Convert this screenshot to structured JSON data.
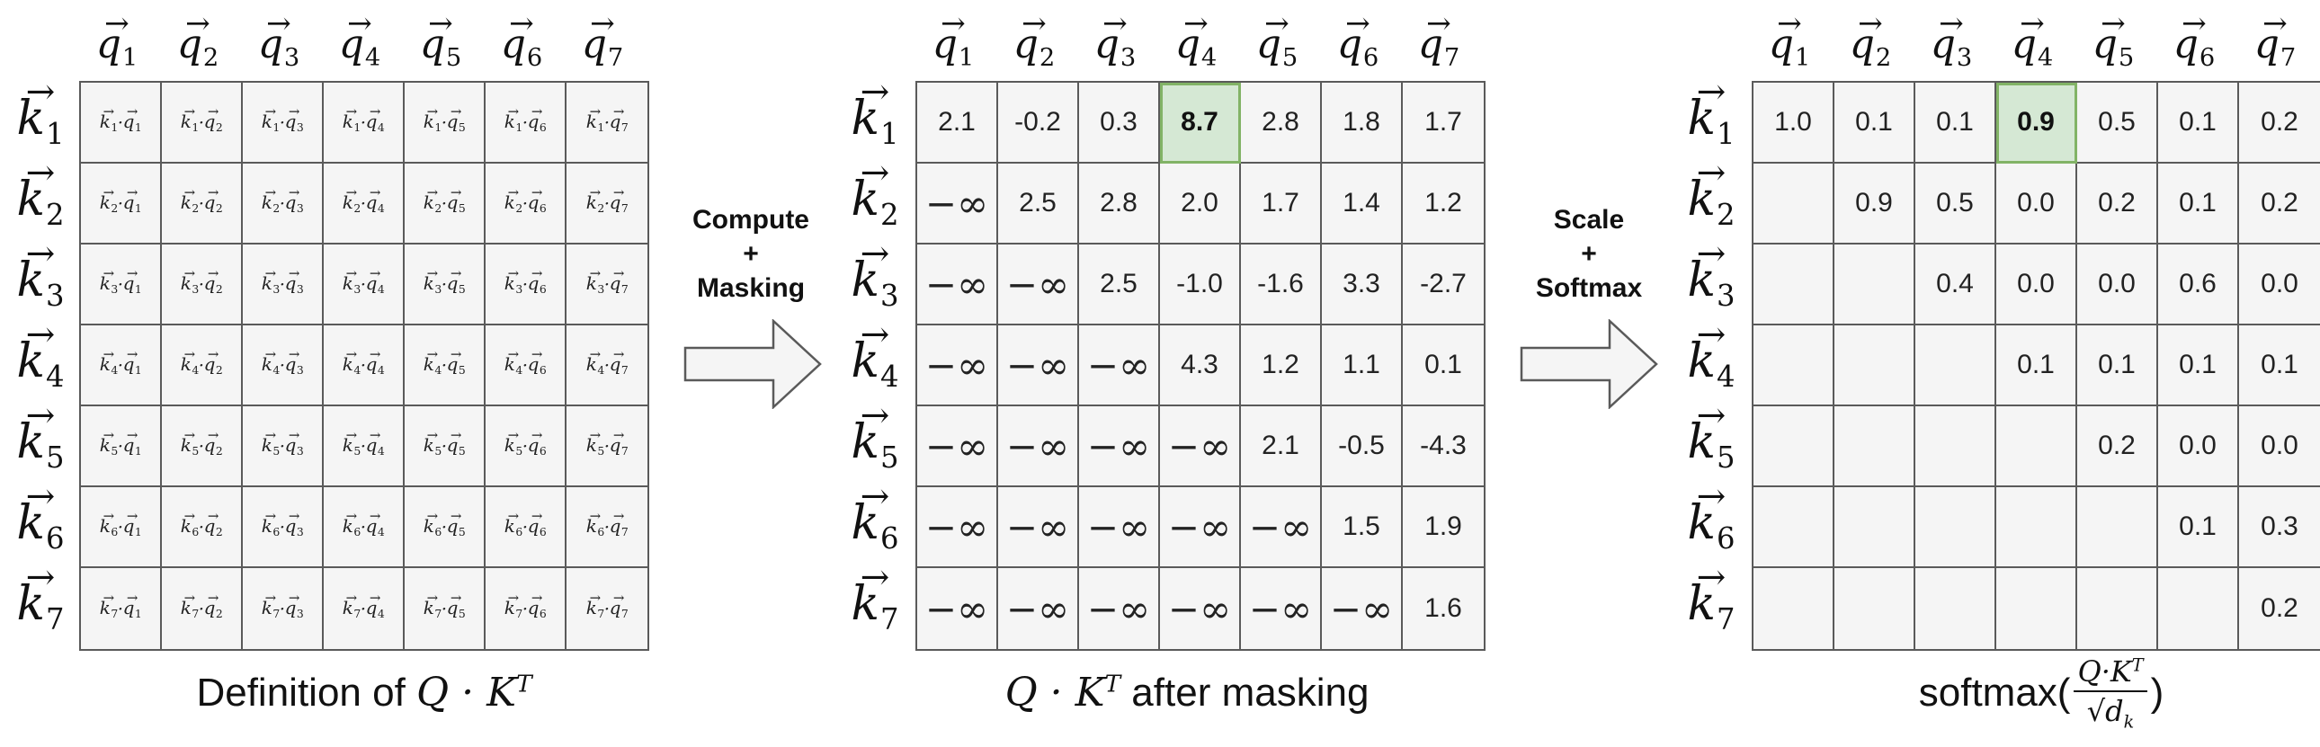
{
  "q_labels": [
    "q1",
    "q2",
    "q3",
    "q4",
    "q5",
    "q6",
    "q7"
  ],
  "k_labels": [
    "k1",
    "k2",
    "k3",
    "k4",
    "k5",
    "k6",
    "k7"
  ],
  "panel1": {
    "caption_text": "Definition of ",
    "caption_math": "Q · K",
    "caption_sup": "T"
  },
  "arrow1": {
    "line1": "Compute",
    "line2": "+",
    "line3": "Masking"
  },
  "panel2": {
    "caption_math": "Q · K",
    "caption_sup": "T",
    "caption_text": " after masking",
    "matrix": [
      [
        "2.1",
        "-0.2",
        "0.3",
        "8.7",
        "2.8",
        "1.8",
        "1.7"
      ],
      [
        "−∞",
        "2.5",
        "2.8",
        "2.0",
        "1.7",
        "1.4",
        "1.2"
      ],
      [
        "−∞",
        "−∞",
        "2.5",
        "-1.0",
        "-1.6",
        "3.3",
        "-2.7"
      ],
      [
        "−∞",
        "−∞",
        "−∞",
        "4.3",
        "1.2",
        "1.1",
        "0.1"
      ],
      [
        "−∞",
        "−∞",
        "−∞",
        "−∞",
        "2.1",
        "-0.5",
        "-4.3"
      ],
      [
        "−∞",
        "−∞",
        "−∞",
        "−∞",
        "−∞",
        "1.5",
        "1.9"
      ],
      [
        "−∞",
        "−∞",
        "−∞",
        "−∞",
        "−∞",
        "−∞",
        "1.6"
      ]
    ],
    "highlight": [
      0,
      3
    ]
  },
  "arrow2": {
    "line1": "Scale",
    "line2": "+",
    "line3": "Softmax"
  },
  "panel3": {
    "caption_text": "softmax(",
    "caption_num": "Q·K",
    "caption_num_sup": "T",
    "caption_den": "√d",
    "caption_den_sub": "k",
    "caption_close": ")",
    "matrix": [
      [
        "1.0",
        "0.1",
        "0.1",
        "0.9",
        "0.5",
        "0.1",
        "0.2"
      ],
      [
        "",
        "0.9",
        "0.5",
        "0.0",
        "0.2",
        "0.1",
        "0.2"
      ],
      [
        "",
        "",
        "0.4",
        "0.0",
        "0.0",
        "0.6",
        "0.0"
      ],
      [
        "",
        "",
        "",
        "0.1",
        "0.1",
        "0.1",
        "0.1"
      ],
      [
        "",
        "",
        "",
        "",
        "0.2",
        "0.0",
        "0.0"
      ],
      [
        "",
        "",
        "",
        "",
        "",
        "0.1",
        "0.3"
      ],
      [
        "",
        "",
        "",
        "",
        "",
        "",
        "0.2"
      ]
    ],
    "highlight": [
      0,
      3
    ]
  },
  "colors": {
    "cell_bg": "#f5f5f5",
    "border": "#5a5a5a",
    "highlight_bg": "#d5e8d4",
    "highlight_border": "#82b366"
  }
}
